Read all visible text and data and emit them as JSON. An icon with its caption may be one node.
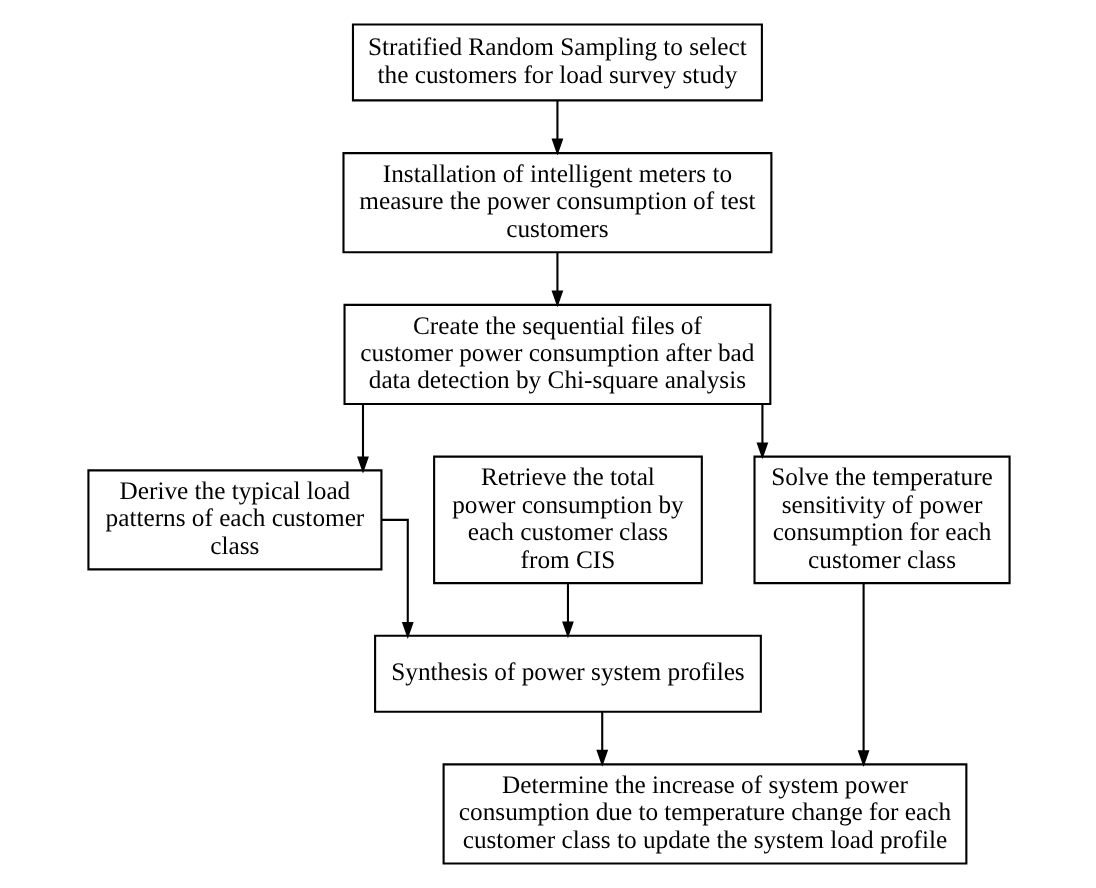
{
  "diagram": {
    "nodes": [
      {
        "text": [
          "Stratified Random Sampling to select the customers for load survey study"
        ]
      },
      {
        "text": [
          "Installation of intelligent meters to measure the power consumption of test customers"
        ]
      },
      {
        "text": [
          "Create the sequential files of customer power consumption after bad data detection by Chi-square analysis"
        ]
      },
      {
        "text": [
          "Derive the typical load patterns of each customer class"
        ]
      },
      {
        "text": [
          "Solve the temperature sensitivity of power consumption for each customer class"
        ]
      },
      {
        "text": [
          "Retrieve the total power consumption by each customer class from CIS"
        ]
      },
      {
        "text": [
          "Synthesis of power system profiles"
        ]
      },
      {
        "text": [
          "Determine the increase of system power consumption due to temperature change for each customer class to update the system load profile"
        ]
      }
    ],
    "edges": [
      {
        "from": 0,
        "to": 1,
        "arrow": "to"
      },
      {
        "from": 1,
        "to": 2,
        "arrow": "to"
      },
      {
        "from": 2,
        "to": 3,
        "arrow": "to"
      },
      {
        "from": 2,
        "to": 4,
        "arrow": "to"
      },
      {
        "from": 5,
        "to": 6,
        "arrow": "to"
      },
      {
        "from": 3,
        "to": 6,
        "arrow": "to"
      },
      {
        "from": 6,
        "to": 7,
        "arrow": "to"
      },
      {
        "from": 4,
        "to": 7,
        "arrow": "to"
      }
    ]
  }
}
